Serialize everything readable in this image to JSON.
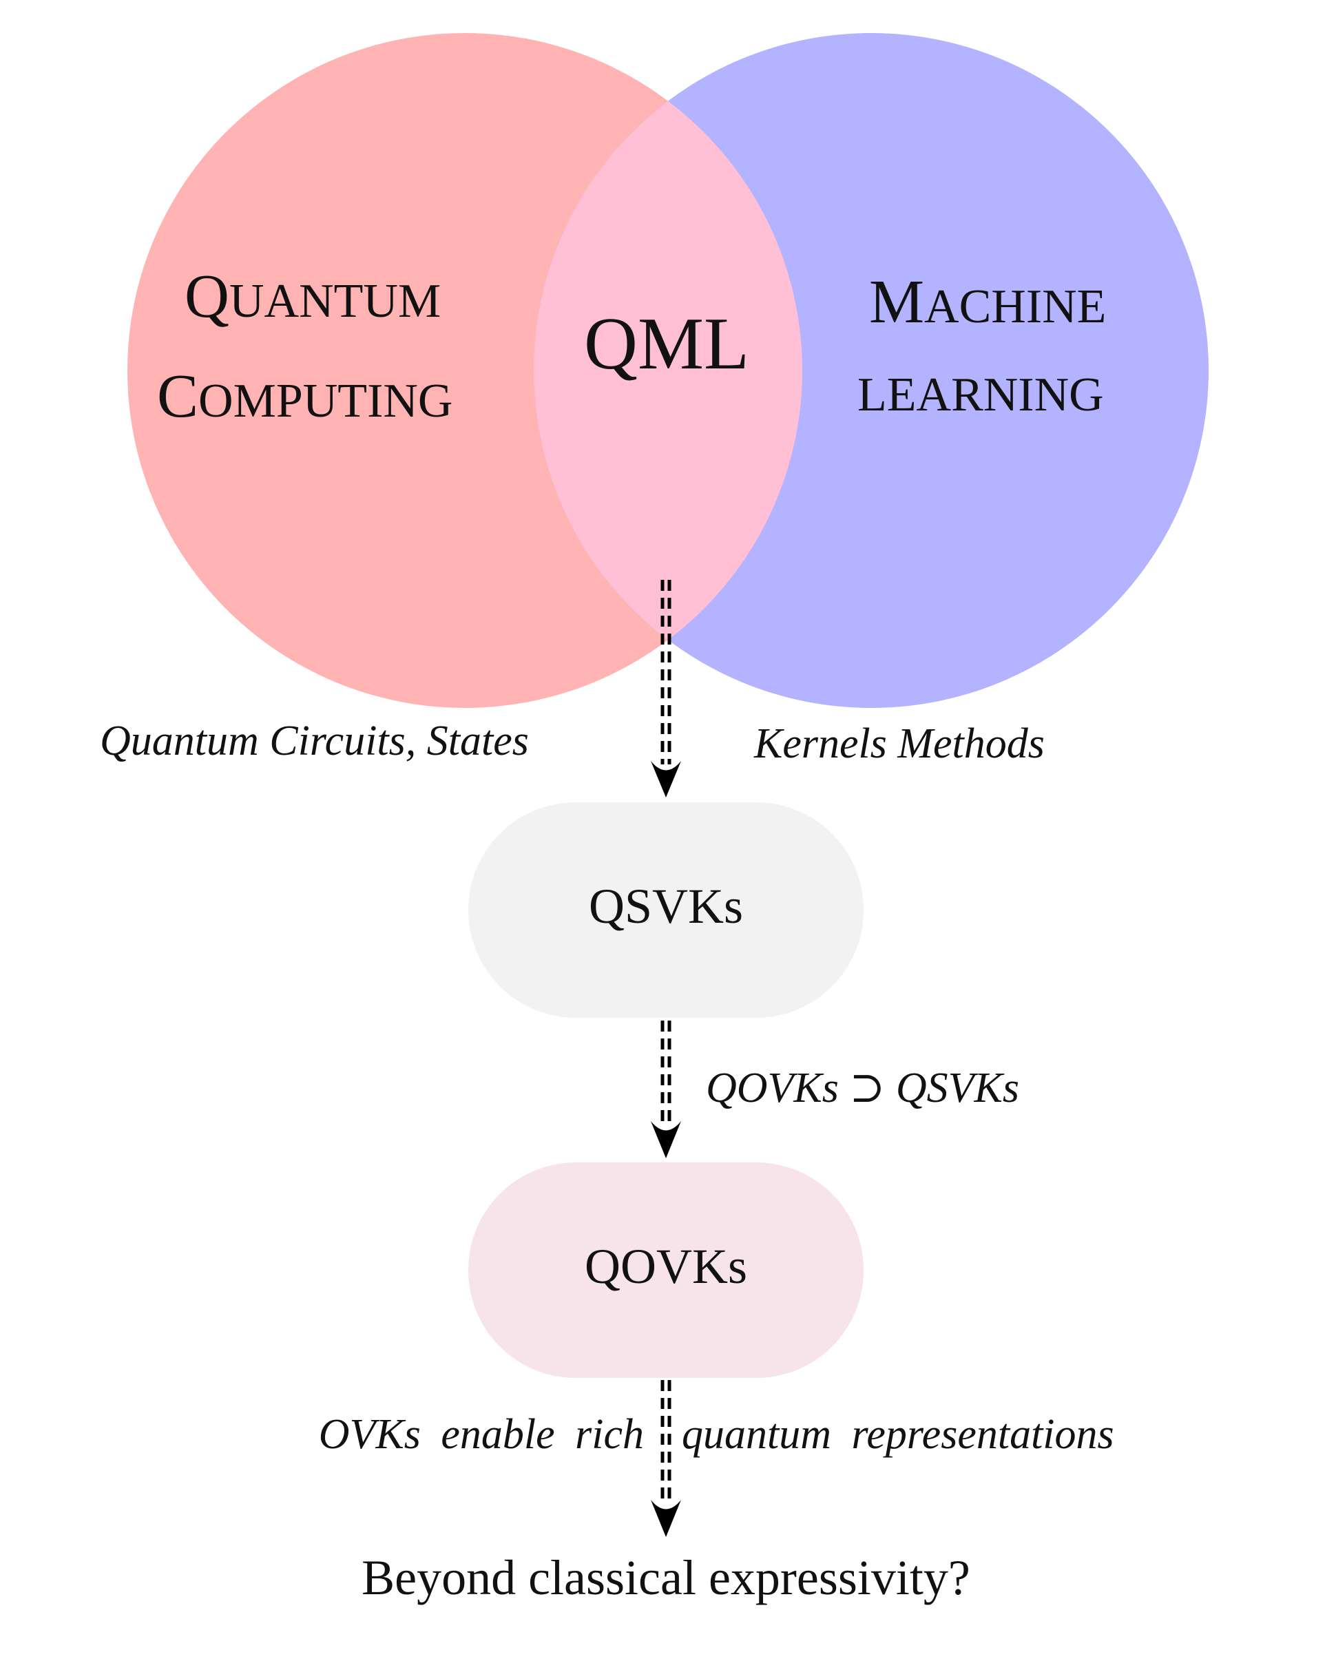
{
  "venn": {
    "left": {
      "line1_first": "Q",
      "line1_rest": "UANTUM",
      "line2_first": "C",
      "line2_rest": "OMPUTING",
      "color": "#ffb3b3"
    },
    "right": {
      "line1_first": "M",
      "line1_rest": "ACHINE",
      "line2_rest": "LEARNING",
      "color": "#b3b3ff"
    },
    "overlap": {
      "label": "QML",
      "color": "#ffc0d5"
    }
  },
  "annotations": {
    "left_below": "Quantum Circuits, States",
    "right_below": "Kernels Methods",
    "between_nodes": "QOVKs ⊃ QSVKs",
    "bottom_left": "OVKs enable rich",
    "bottom_right": "quantum representations"
  },
  "nodes": {
    "qsvk": {
      "label": "QSVKs",
      "color": "#f2f2f2"
    },
    "qovk": {
      "label": "QOVKs",
      "color": "#f7e4ea"
    }
  },
  "final_question": "Beyond classical expressivity?"
}
